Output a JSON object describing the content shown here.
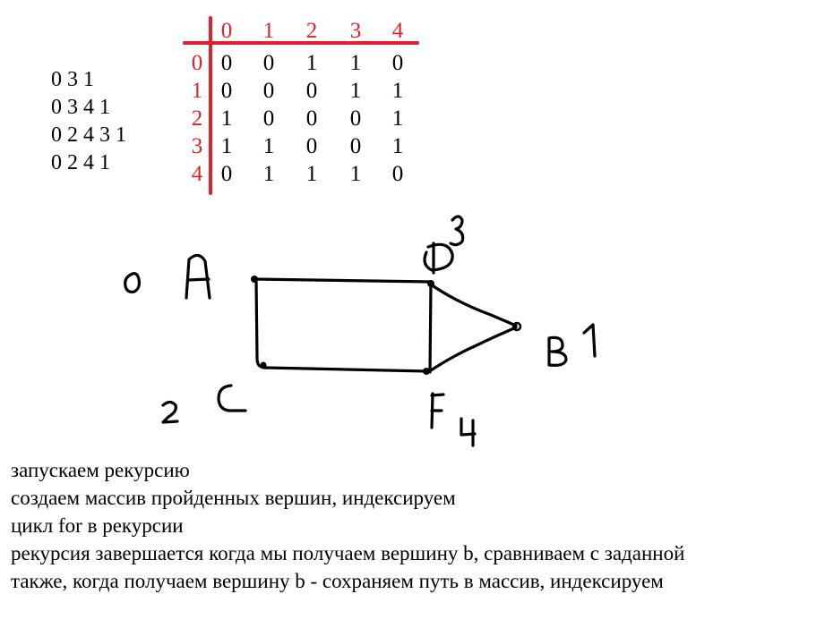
{
  "paths": [
    "0 3 1",
    "0 3 4 1",
    "0 2 4 3 1",
    "0 2 4 1"
  ],
  "matrix": {
    "col_headers": [
      "0",
      "1",
      "2",
      "3",
      "4"
    ],
    "row_headers": [
      "0",
      "1",
      "2",
      "3",
      "4"
    ],
    "rows": [
      [
        "0",
        "0",
        "1",
        "1",
        "0"
      ],
      [
        "0",
        "0",
        "0",
        "1",
        "1"
      ],
      [
        "1",
        "0",
        "0",
        "0",
        "1"
      ],
      [
        "1",
        "1",
        "0",
        "0",
        "1"
      ],
      [
        "0",
        "1",
        "1",
        "1",
        "0"
      ]
    ],
    "header_color": "#e0202a",
    "line_color": "#e0202a"
  },
  "graph": {
    "vertices": [
      {
        "id": "A",
        "index": "0"
      },
      {
        "id": "B",
        "index": "1"
      },
      {
        "id": "C",
        "index": "2"
      },
      {
        "id": "D",
        "index": "3"
      },
      {
        "id": "F",
        "index": "4"
      }
    ],
    "edges": [
      [
        "A",
        "D"
      ],
      [
        "A",
        "C"
      ],
      [
        "D",
        "F"
      ],
      [
        "C",
        "F"
      ],
      [
        "D",
        "B"
      ],
      [
        "F",
        "B"
      ]
    ]
  },
  "notes": [
    "запускаем рекурсию",
    "создаем массив пройденных вершин, индексируем",
    "цикл for в рекурсии",
    "рекурсия завершается когда мы получаем вершину b, сравниваем с заданной",
    "также, когда получаем вершину b - сохраняем путь в массив, индексируем"
  ]
}
